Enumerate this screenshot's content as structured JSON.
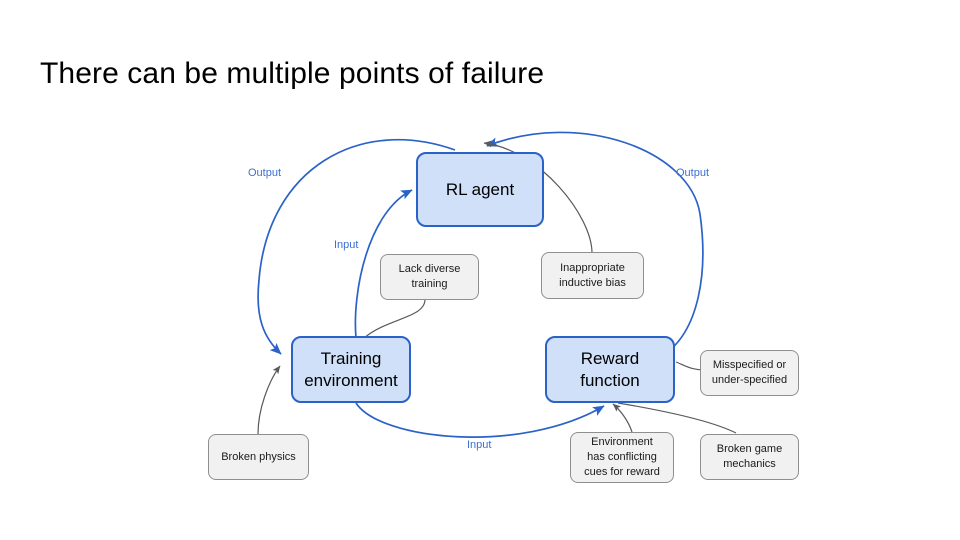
{
  "slide": {
    "title": "There can be multiple points of failure",
    "background_color": "#ffffff",
    "title_color": "#000000"
  },
  "diagram": {
    "type": "cycle-flow",
    "node_fill_color": "#cfe0f8",
    "node_border_color": "#2a62c8",
    "note_fill_color": "#f1f1f1",
    "note_border_color": "#8f8f8f",
    "edge_color_primary": "#2a62c8",
    "edge_color_annotation": "#5a5a5a",
    "label_color": "#3b6fd4",
    "nodes": [
      {
        "id": "rl-agent",
        "label": "RL agent"
      },
      {
        "id": "training-environment",
        "label": "Training\nenvironment"
      },
      {
        "id": "reward-function",
        "label": "Reward\nfunction"
      }
    ],
    "notes": [
      {
        "id": "lack-diverse-training",
        "label": "Lack diverse\ntraining"
      },
      {
        "id": "inappropriate-inductive-bias",
        "label": "Inappropriate\ninductive bias"
      },
      {
        "id": "misspecified-or-under-specified",
        "label": "Misspecified or\nunder-specified"
      },
      {
        "id": "broken-physics",
        "label": "Broken physics"
      },
      {
        "id": "environment-has-conflicting-cues-for-reward",
        "label": "Environment\nhas conflicting\ncues for reward"
      },
      {
        "id": "broken-game-mechanics",
        "label": "Broken game\nmechanics"
      }
    ],
    "edge_labels": [
      {
        "id": "output-left",
        "label": "Output"
      },
      {
        "id": "output-right",
        "label": "Output"
      },
      {
        "id": "input-agent",
        "label": "Input"
      },
      {
        "id": "input-reward",
        "label": "Input"
      }
    ],
    "edges": [
      {
        "from": "rl-agent",
        "to": "training-environment",
        "label": "Output"
      },
      {
        "from": "reward-function",
        "to": "rl-agent",
        "label": "Output"
      },
      {
        "from": "training-environment",
        "to": "rl-agent",
        "label": "Input"
      },
      {
        "from": "training-environment",
        "to": "reward-function",
        "label": "Input"
      },
      {
        "from": "lack-diverse-training",
        "to": "training-environment",
        "label": ""
      },
      {
        "from": "inappropriate-inductive-bias",
        "to": "rl-agent",
        "label": ""
      },
      {
        "from": "misspecified-or-under-specified",
        "to": "reward-function",
        "label": ""
      },
      {
        "from": "broken-physics",
        "to": "training-environment",
        "label": ""
      },
      {
        "from": "environment-has-conflicting-cues-for-reward",
        "to": "reward-function",
        "label": ""
      },
      {
        "from": "broken-game-mechanics",
        "to": "reward-function",
        "label": ""
      }
    ]
  }
}
